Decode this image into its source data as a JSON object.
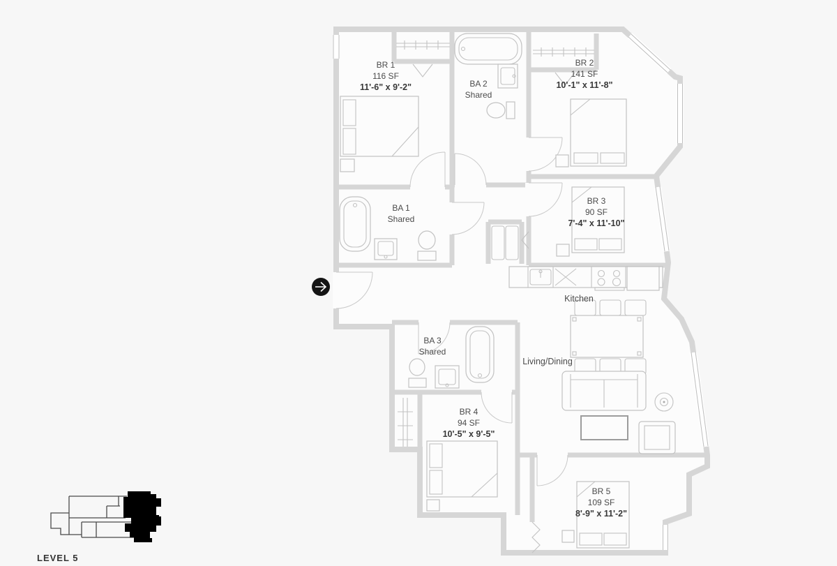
{
  "colors": {
    "background": "#f7f7f7",
    "floor": "#fcfcfc",
    "wall": "#d6d6d6",
    "furniture_line": "#c2c2c2",
    "label_text": "#4b4b4b",
    "dims_text": "#383838",
    "entry_marker": "#141414",
    "unit_highlight": "#000000"
  },
  "plan": {
    "rooms": [
      {
        "id": "br1",
        "name": "BR 1",
        "area": "116 SF",
        "dims": "11'-6\" x 9'-2\""
      },
      {
        "id": "ba2",
        "name": "BA 2",
        "area": "Shared"
      },
      {
        "id": "br2",
        "name": "BR 2",
        "area": "141 SF",
        "dims": "10'-1\" x 11'-8\""
      },
      {
        "id": "ba1",
        "name": "BA 1",
        "area": "Shared"
      },
      {
        "id": "br3",
        "name": "BR 3",
        "area": "90 SF",
        "dims": "7'-4\" x 11'-10\""
      },
      {
        "id": "kitchen",
        "name": "Kitchen"
      },
      {
        "id": "ba3",
        "name": "BA 3",
        "area": "Shared"
      },
      {
        "id": "living",
        "name": "Living/Dining"
      },
      {
        "id": "br4",
        "name": "BR 4",
        "area": "94 SF",
        "dims": "10'-5\" x 9'-5\""
      },
      {
        "id": "br5",
        "name": "BR 5",
        "area": "109 SF",
        "dims": "8'-9\" x 11'-2\""
      }
    ],
    "level_label": "LEVEL 5",
    "entry_icon": "arrow-right"
  }
}
